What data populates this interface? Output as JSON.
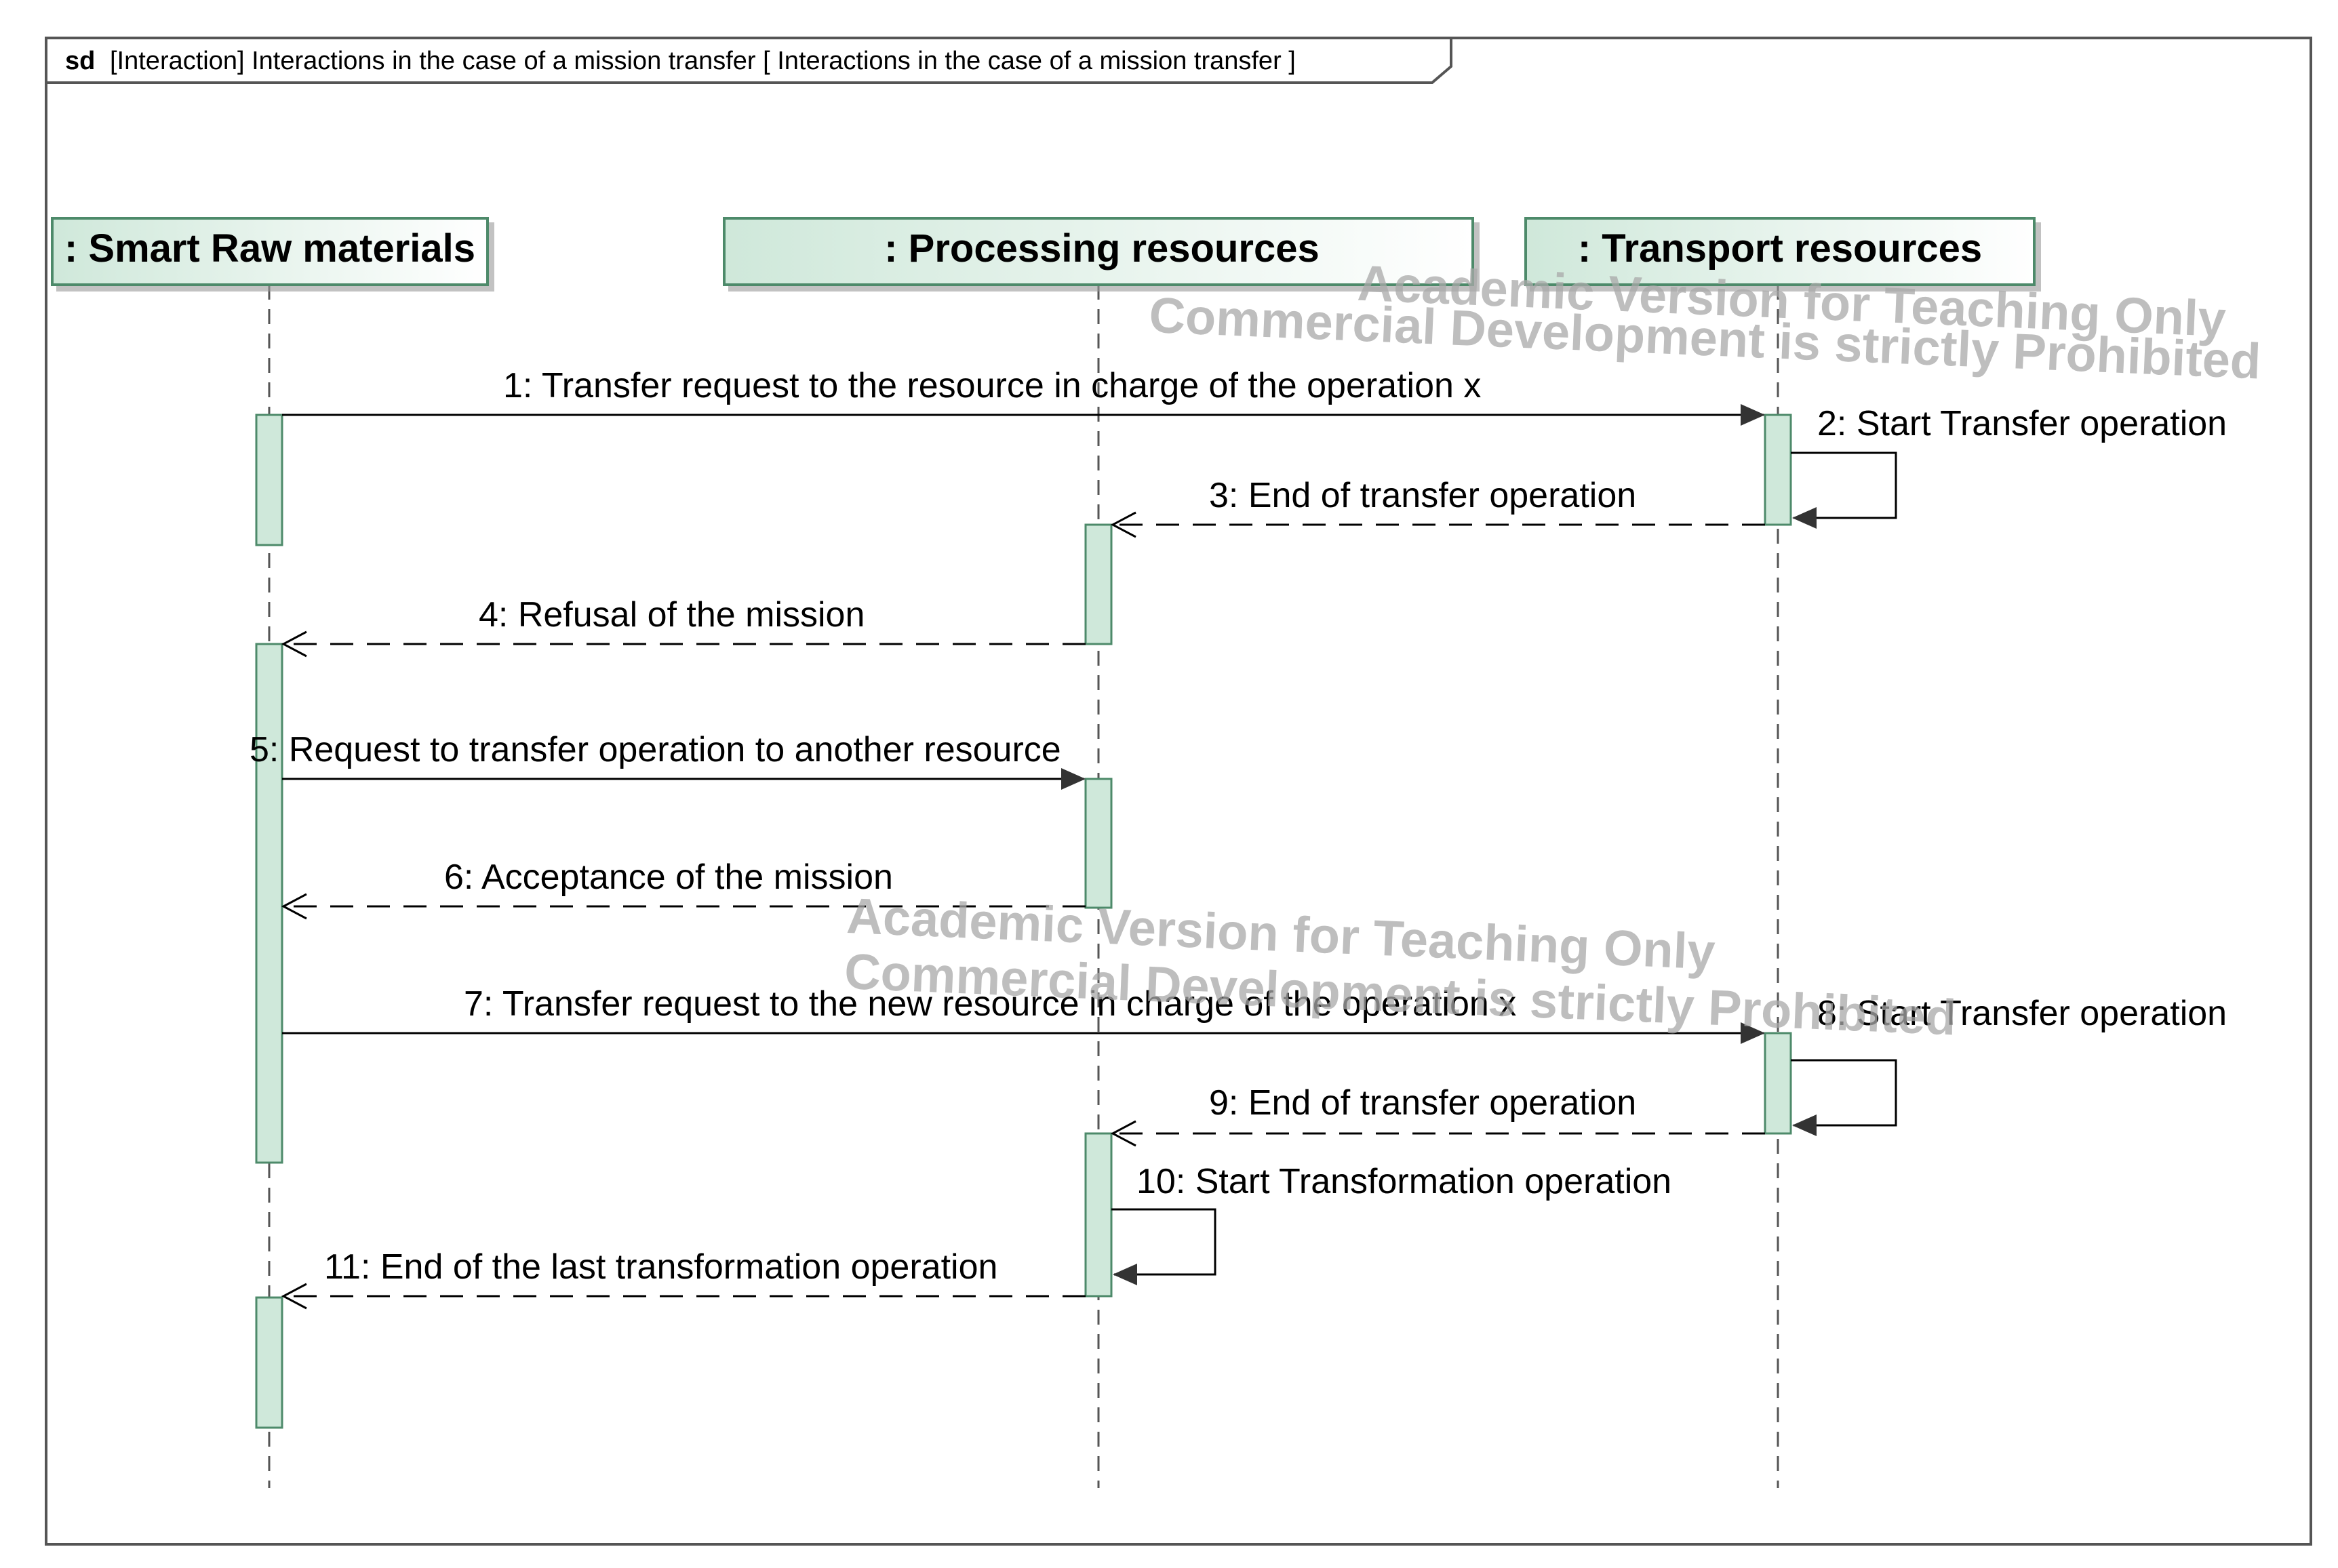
{
  "frame": {
    "keyword": "sd",
    "title": "[Interaction] Interactions in the case of a mission transfer [ Interactions in the case of a mission transfer ]"
  },
  "lifelines": [
    {
      "id": "smart",
      "title": ": Smart Raw materials"
    },
    {
      "id": "proc",
      "title": ": Processing resources"
    },
    {
      "id": "trans",
      "title": ": Transport resources"
    }
  ],
  "messages": [
    {
      "n": 1,
      "label": "1: Transfer request to the resource in charge of the operation x",
      "from": "smart",
      "to": "trans",
      "kind": "sync"
    },
    {
      "n": 2,
      "label": "2: Start Transfer operation",
      "from": "trans",
      "to": "trans",
      "kind": "self"
    },
    {
      "n": 3,
      "label": "3: End of transfer operation",
      "from": "trans",
      "to": "proc",
      "kind": "reply"
    },
    {
      "n": 4,
      "label": "4: Refusal of the mission",
      "from": "proc",
      "to": "smart",
      "kind": "reply"
    },
    {
      "n": 5,
      "label": "5: Request to transfer operation to another resource",
      "from": "smart",
      "to": "proc",
      "kind": "sync"
    },
    {
      "n": 6,
      "label": "6: Acceptance of the mission",
      "from": "proc",
      "to": "smart",
      "kind": "reply"
    },
    {
      "n": 7,
      "label": "7: Transfer request to the new resource in charge of the operation x",
      "from": "smart",
      "to": "trans",
      "kind": "sync"
    },
    {
      "n": 8,
      "label": "8: Start Transfer operation",
      "from": "trans",
      "to": "trans",
      "kind": "self"
    },
    {
      "n": 9,
      "label": "9: End of transfer operation",
      "from": "trans",
      "to": "proc",
      "kind": "reply"
    },
    {
      "n": 10,
      "label": "10: Start  Transformation operation",
      "from": "proc",
      "to": "proc",
      "kind": "self"
    },
    {
      "n": 11,
      "label": "11: End of the last transformation operation",
      "from": "proc",
      "to": "smart",
      "kind": "reply"
    }
  ],
  "watermarks": [
    "Academic Version for Teaching Only",
    "Commercial Development is strictly Prohibited"
  ],
  "colors": {
    "lifeline_fill": "#cfe8da",
    "activation_fill": "#cfe8da",
    "stroke": "#4d8a6a",
    "line": "#000000",
    "watermark": "#a9a9a9"
  }
}
